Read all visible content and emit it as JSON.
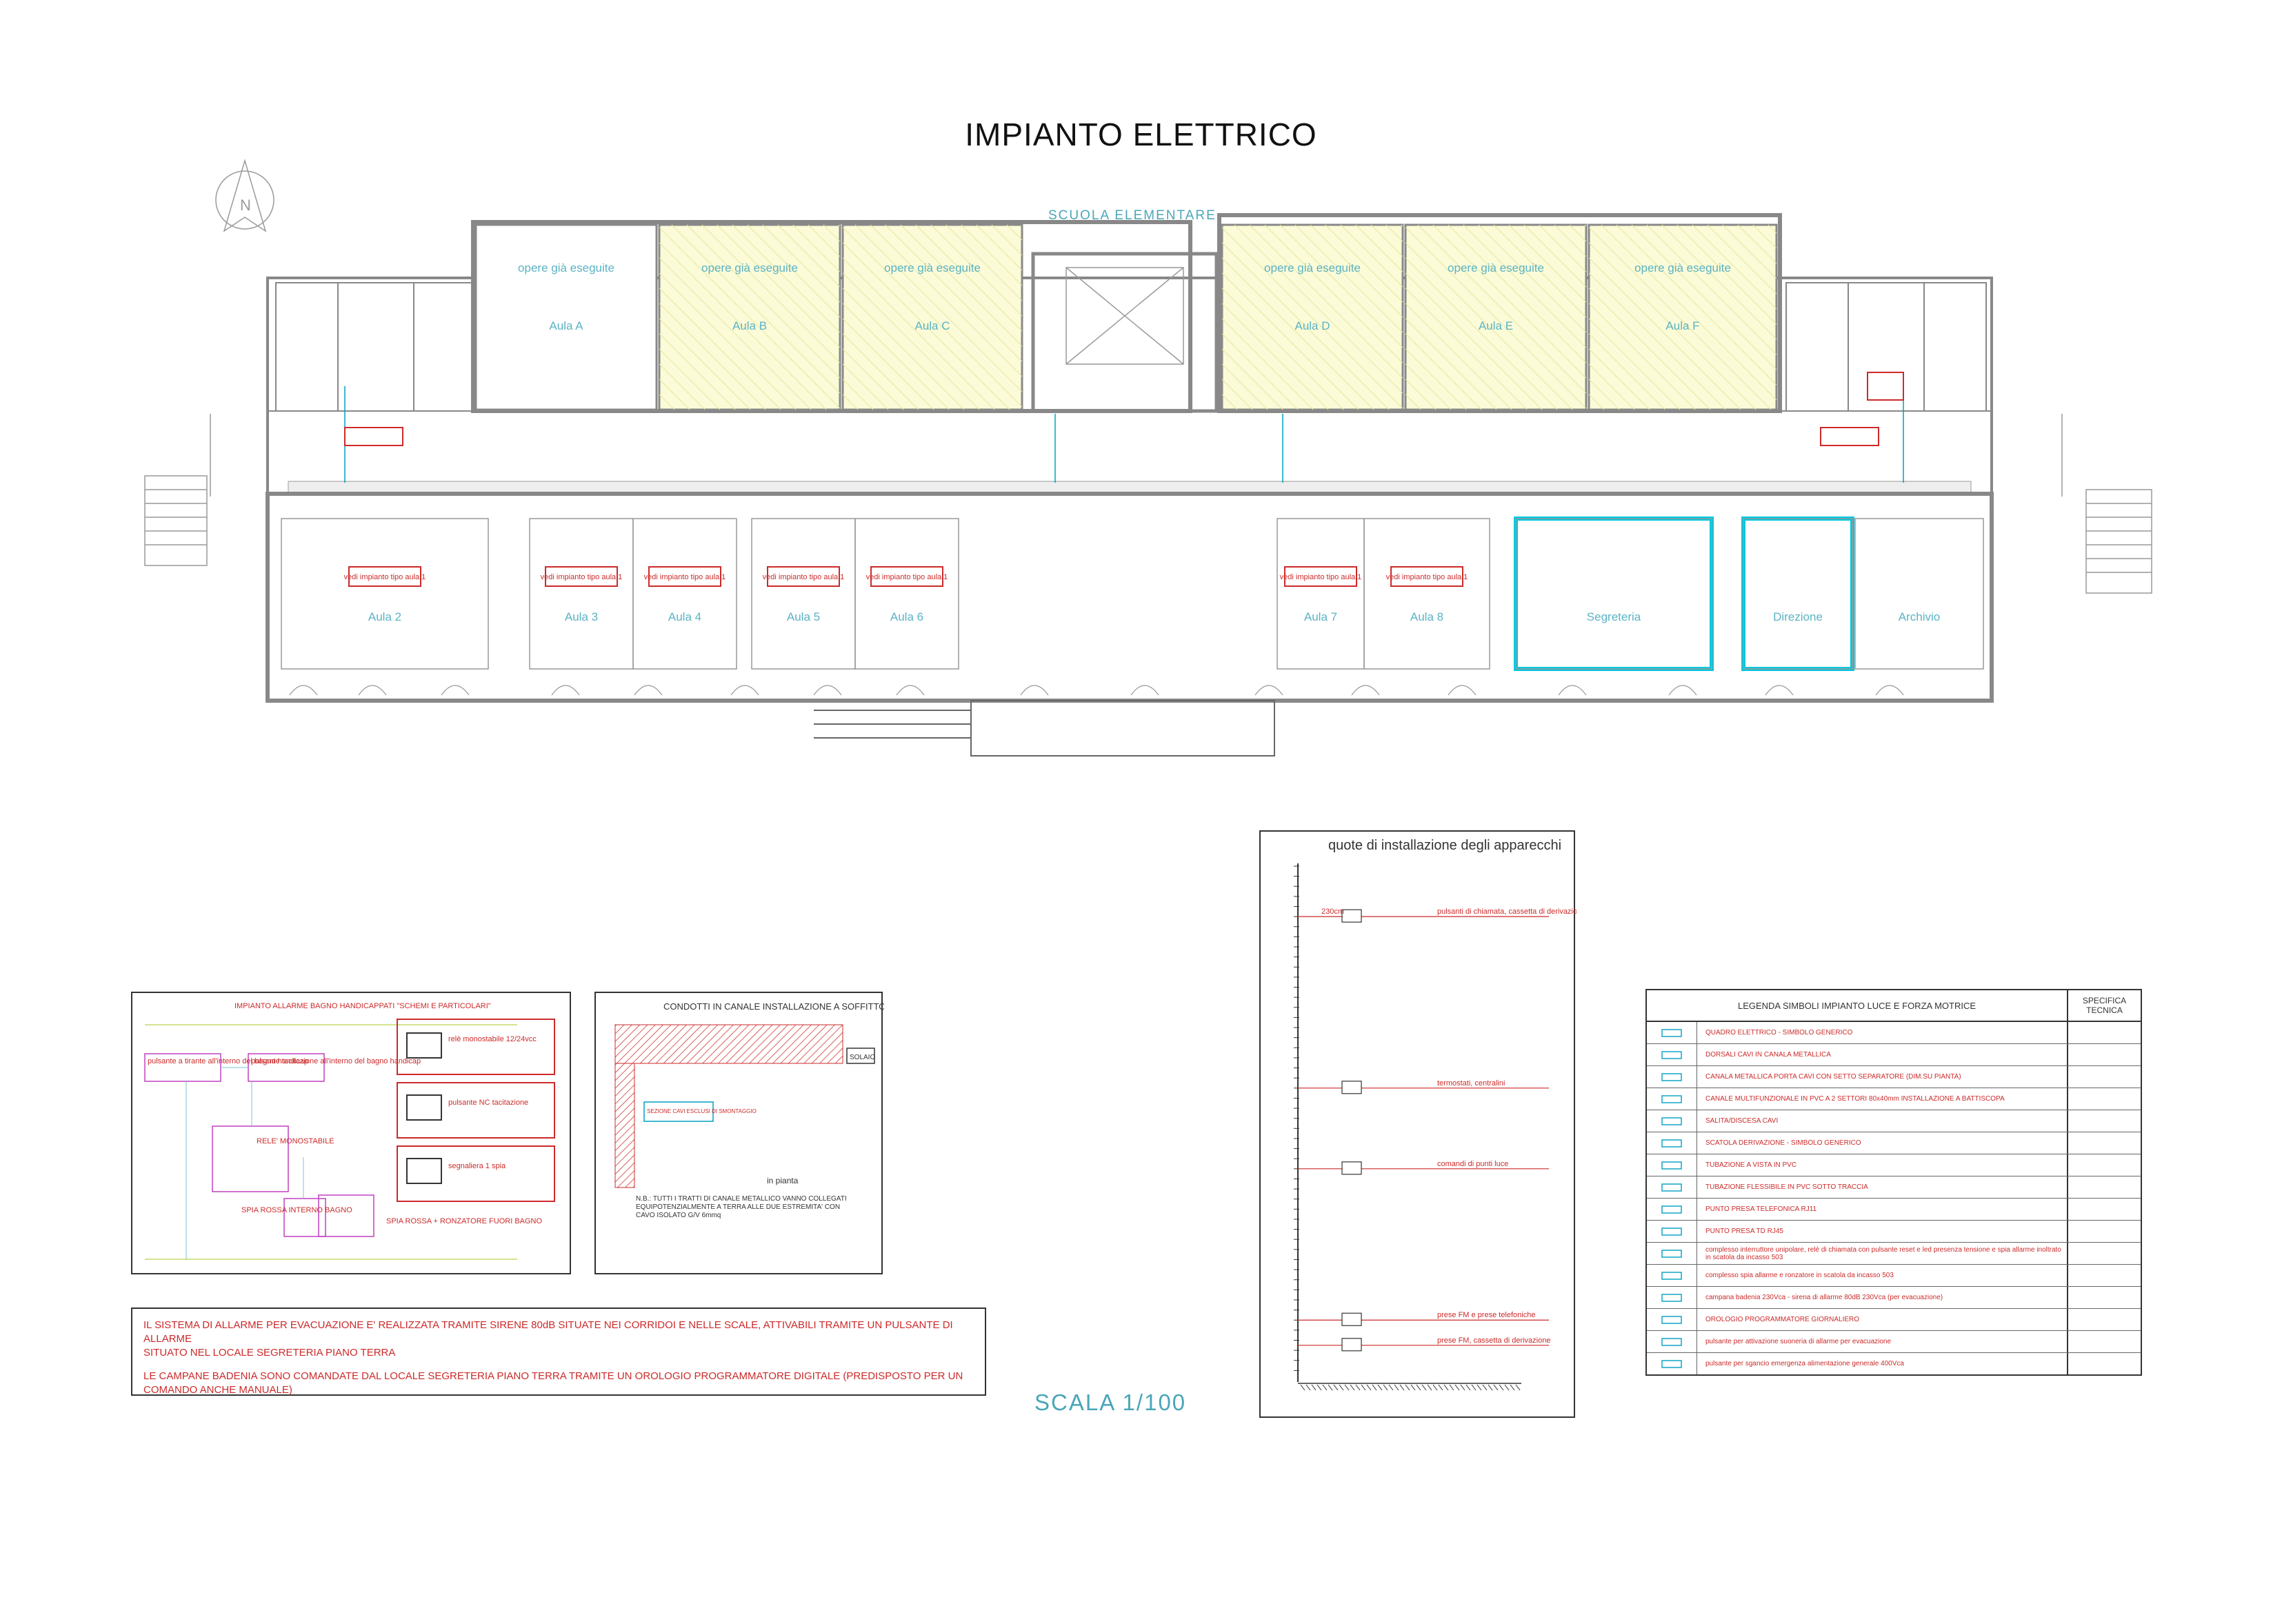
{
  "title": "IMPIANTO ELETTRICO",
  "school_label": "SCUOLA ELEMENTARE",
  "scale_label": "SCALA 1/100",
  "north_label": "N",
  "top_rooms": [
    {
      "name": "Aula A",
      "note": "opere già eseguite",
      "done": false
    },
    {
      "name": "Aula B",
      "note": "opere già eseguite",
      "done": true
    },
    {
      "name": "Aula C",
      "note": "opere già eseguite",
      "done": true
    },
    {
      "name": "Aula D",
      "note": "opere già eseguite",
      "done": true
    },
    {
      "name": "Aula E",
      "note": "opere già eseguite",
      "done": true
    },
    {
      "name": "Aula F",
      "note": "opere già eseguite",
      "done": true
    }
  ],
  "bottom_rooms": [
    {
      "name": "Aula 2",
      "note": "vedi impianto tipo aula 1"
    },
    {
      "name": "Aula 3",
      "note": "vedi impianto tipo aula 1"
    },
    {
      "name": "Aula 4",
      "note": "vedi impianto tipo aula 1"
    },
    {
      "name": "Aula 5",
      "note": "vedi impianto tipo aula 1"
    },
    {
      "name": "Aula 6",
      "note": "vedi impianto tipo aula 1"
    },
    {
      "name": "Aula 7",
      "note": "vedi impianto tipo aula 1"
    },
    {
      "name": "Aula 8",
      "note": "vedi impianto tipo aula 1"
    },
    {
      "name": "Segreteria",
      "note": ""
    },
    {
      "name": "Direzione",
      "note": ""
    },
    {
      "name": "Archivio",
      "note": ""
    }
  ],
  "alarm_panel": {
    "title": "IMPIANTO ALLARME BAGNO HANDICAPPATI \"SCHEMI E PARTICOLARI\"",
    "labels": [
      "pulsante a tirante all'interno del bagno handicap",
      "pulsante tacitazione all'interno del bagno handicap",
      "RELE' MONOSTABILE",
      "SPIA ROSSA INTERNO BAGNO",
      "SPIA ROSSA + RONZATORE FUORI BAGNO"
    ],
    "specs": [
      "relè monostabile 12/24vcc",
      "pulsante NC tacitazione",
      "segnaliera 1 spia"
    ]
  },
  "conduit_panel": {
    "title": "CONDOTTI IN CANALE INSTALLAZIONE A SOFFITTO",
    "slab_label": "SOLAIO",
    "section_label": "SEZIONE CAVI ESCLUSI DI SMONTAGGIO",
    "in_plan": "in pianta",
    "note": "N.B.: TUTTI I TRATTI DI CANALE METALLICO VANNO COLLEGATI EQUIPOTENZIALMENTE A TERRA ALLE DUE ESTREMITA' CON CAVO ISOLATO G/V 6mmq"
  },
  "system_note": {
    "line1": "IL SISTEMA DI ALLARME PER EVACUAZIONE E' REALIZZATA TRAMITE SIRENE 80dB SITUATE NEI CORRIDOI E NELLE SCALE, ATTIVABILI TRAMITE UN PULSANTE DI ALLARME",
    "line2": "SITUATO NEL LOCALE SEGRETERIA PIANO TERRA",
    "line3": "LE CAMPANE BADENIA SONO COMANDATE DAL LOCALE SEGRETERIA PIANO TERRA TRAMITE UN OROLOGIO PROGRAMMATORE DIGITALE (PREDISPOSTO PER UN COMANDO ANCHE MANUALE)"
  },
  "heights_panel": {
    "title": "quote di installazione degli apparecchi",
    "callouts": [
      {
        "label": "pulsanti di chiamata, cassetta di derivazione",
        "tag": "230cm",
        "cm": 230
      },
      {
        "label": "termostati, centralini",
        "tag": "",
        "cm": 145
      },
      {
        "label": "comandi di punti luce",
        "tag": "",
        "cm": 105
      },
      {
        "label": "prese FM e prese telefoniche",
        "tag": "",
        "cm": 30
      },
      {
        "label": "prese FM, cassetta di derivazione",
        "tag": "",
        "cm": 17.5
      }
    ],
    "scale_top_cm": 255,
    "scale_step_cm": 5
  },
  "legend": {
    "title": "LEGENDA SIMBOLI IMPIANTO LUCE E FORZA MOTRICE",
    "spec_header": "SPECIFICA TECNICA",
    "rows": [
      {
        "icon": "panel-icon",
        "label": "QUADRO ELETTRICO - SIMBOLO GENERICO"
      },
      {
        "icon": "cable-tray-icon",
        "label": "DORSALI CAVI IN CANALA METALLICA"
      },
      {
        "icon": "hatched-tray-icon",
        "label": "CANALA METALLICA PORTA CAVI CON SETTO SEPARATORE (DIM.SU PIANTA)"
      },
      {
        "icon": "pvc-channel-icon",
        "label": "CANALE MULTIFUNZIONALE IN PVC A 2 SETTORI 80x40mm INSTALLAZIONE A BATTISCOPA"
      },
      {
        "icon": "riser-icon",
        "label": "SALITA/DISCESA CAVI"
      },
      {
        "icon": "junction-box-icon",
        "label": "SCATOLA DERIVAZIONE - SIMBOLO GENERICO"
      },
      {
        "icon": "exposed-pipe-icon",
        "label": "TUBAZIONE A VISTA IN PVC"
      },
      {
        "icon": "flex-pipe-icon",
        "label": "TUBAZIONE FLESSIBILE IN PVC SOTTO TRACCIA"
      },
      {
        "icon": "phone-socket-icon",
        "label": "PUNTO PRESA TELEFONICA RJ11"
      },
      {
        "icon": "data-socket-icon",
        "label": "PUNTO PRESA TD RJ45"
      },
      {
        "icon": "switch-combo-icon",
        "label": "complesso interruttore unipolare, relè di chiamata con pulsante reset e led presenza tensione e spia allarme inoltrato in scatola da incasso 503"
      },
      {
        "icon": "alarm-combo-icon",
        "label": "complesso spia allarme e ronzatore in scatola da incasso 503"
      },
      {
        "icon": "bell-icon",
        "label": "campana badenia 230Vca - sirena di allarme 80dB 230Vca (per evacuazione)"
      },
      {
        "icon": "clock-icon",
        "label": "OROLOGIO PROGRAMMATORE GIORNALIERO"
      },
      {
        "icon": "alarm-button-icon",
        "label": "pulsante per attivazione suoneria di allarme per evacuazione"
      },
      {
        "icon": "emergency-button-icon",
        "label": "pulsante per sgancio emergenza alimentazione generale 400Vca"
      }
    ]
  },
  "colors": {
    "room_label": "#5bb3c4",
    "done_fill": "#fbfbd8",
    "red_text": "#cc2a2a",
    "cyan_symbol": "#00a0c0"
  }
}
